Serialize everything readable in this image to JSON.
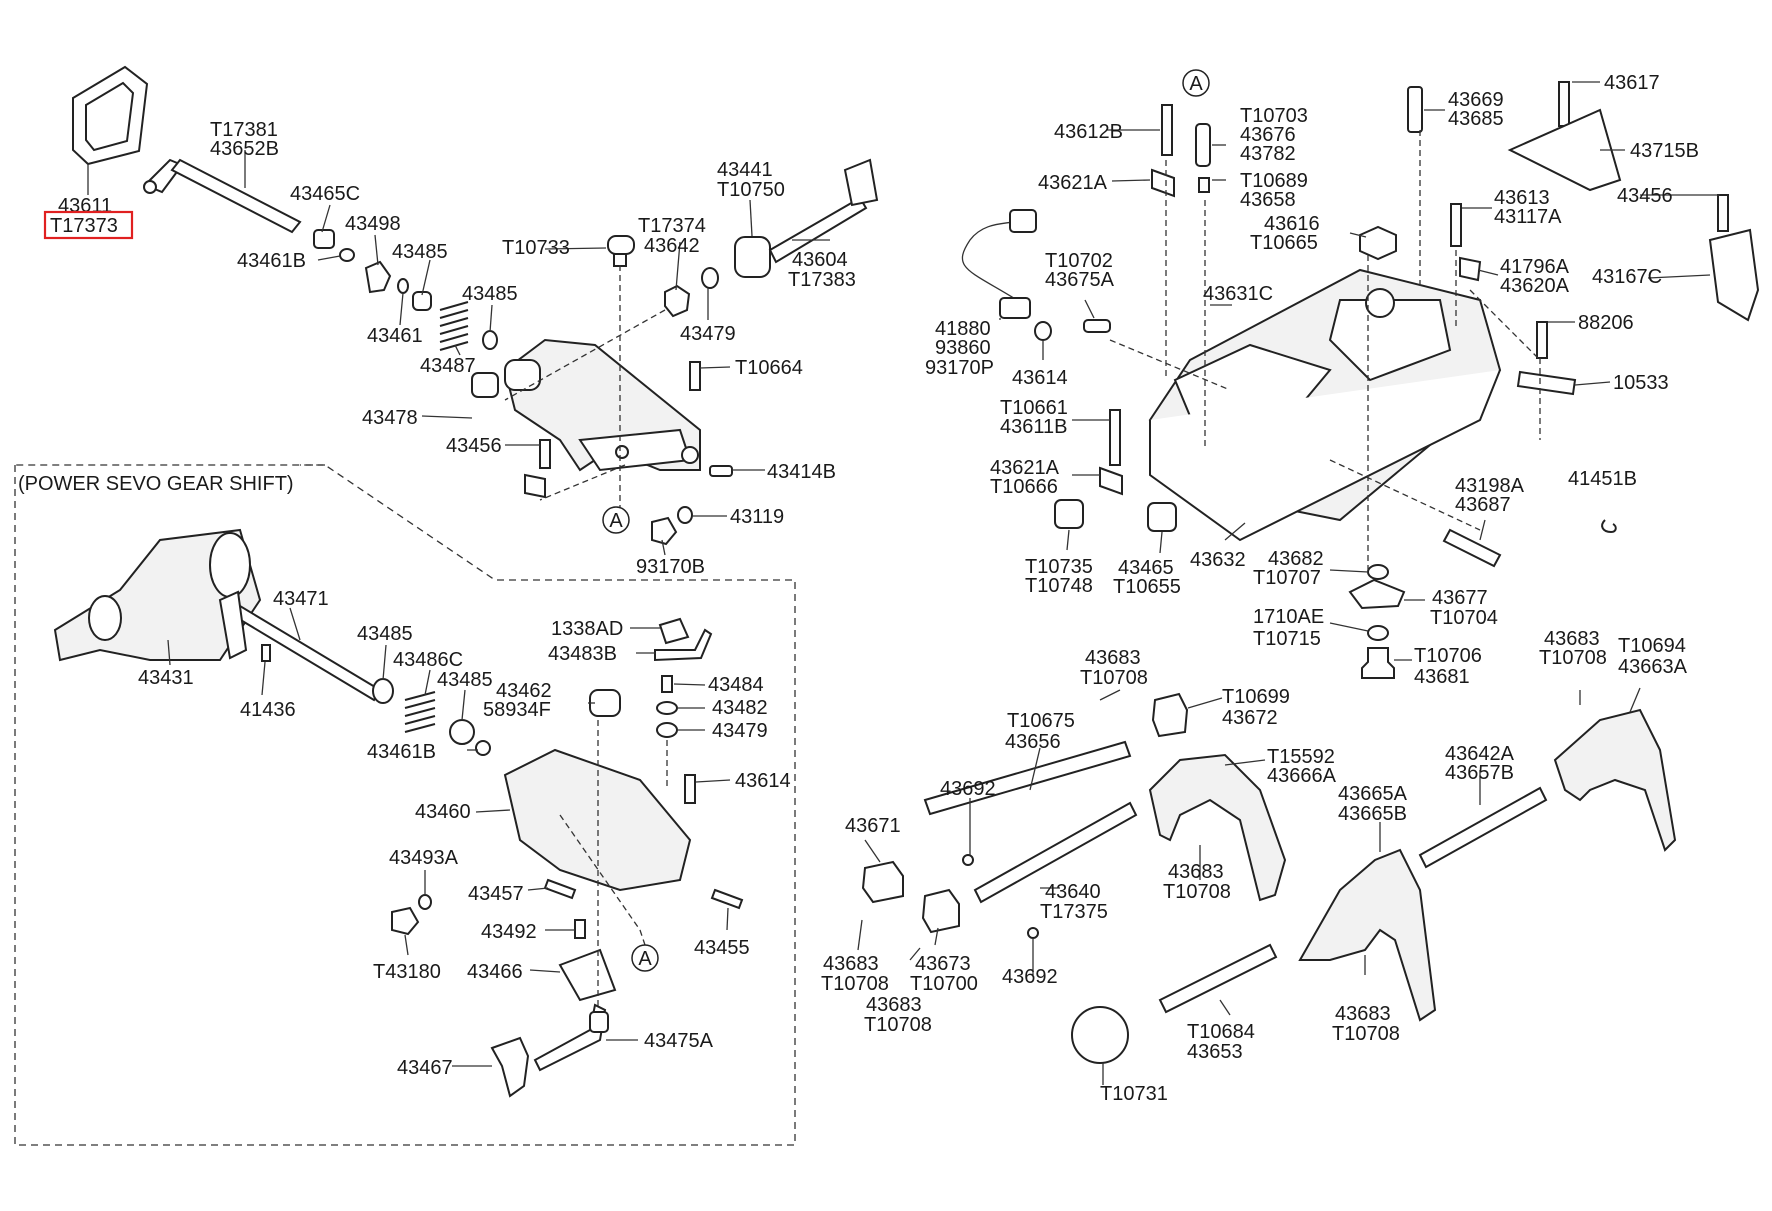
{
  "section_title": "(POWER SEVO GEAR SHIFT)",
  "ref_marker": "A",
  "highlight_color": "#e02020",
  "labels": [
    "43611",
    "T17373",
    "T17381",
    "43652B",
    "43465C",
    "43498",
    "43461B",
    "43485",
    "43485",
    "43461",
    "43487",
    "43441",
    "T10750",
    "T17374",
    "43642",
    "T10733",
    "43604",
    "T17383",
    "43479",
    "T10664",
    "43478",
    "43456",
    "43414B",
    "43119",
    "93170B",
    "43612B",
    "T10703",
    "43676",
    "43782",
    "T10689",
    "43658",
    "43621A",
    "43669",
    "43685",
    "43617",
    "43715B",
    "43456",
    "43613",
    "43117A",
    "43616",
    "T10665",
    "41796A",
    "43620A",
    "43167C",
    "T10702",
    "43675A",
    "43631C",
    "41880",
    "93860",
    "93170P",
    "43614",
    "88206",
    "10533",
    "T10661",
    "43611B",
    "43621A",
    "T10666",
    "43198A",
    "43687",
    "41451B",
    "T10735",
    "T10748",
    "43465",
    "T10655",
    "43632",
    "43682",
    "T10707",
    "43677",
    "T10704",
    "1710AE",
    "T10715",
    "T10706",
    "43681",
    "43683",
    "T10708",
    "T10699",
    "43672",
    "43683",
    "T10708",
    "T10694",
    "43663A",
    "T10675",
    "43656",
    "T15592",
    "43666A",
    "43642A",
    "43657B",
    "43665A",
    "43665B",
    "43692",
    "43671",
    "43683",
    "T10708",
    "43640",
    "T17375",
    "43683",
    "T10708",
    "43673",
    "T10700",
    "43692",
    "43683",
    "T10708",
    "43683",
    "T10708",
    "T10684",
    "43653",
    "T10731",
    "43431",
    "43471",
    "41436",
    "43485",
    "43486C",
    "43485",
    "1338AD",
    "43483B",
    "43484",
    "43462",
    "58934F",
    "43482",
    "43479",
    "43461B",
    "43614",
    "43460",
    "43493A",
    "43457",
    "43455",
    "43492",
    "T43180",
    "43466",
    "43467",
    "43475A"
  ]
}
